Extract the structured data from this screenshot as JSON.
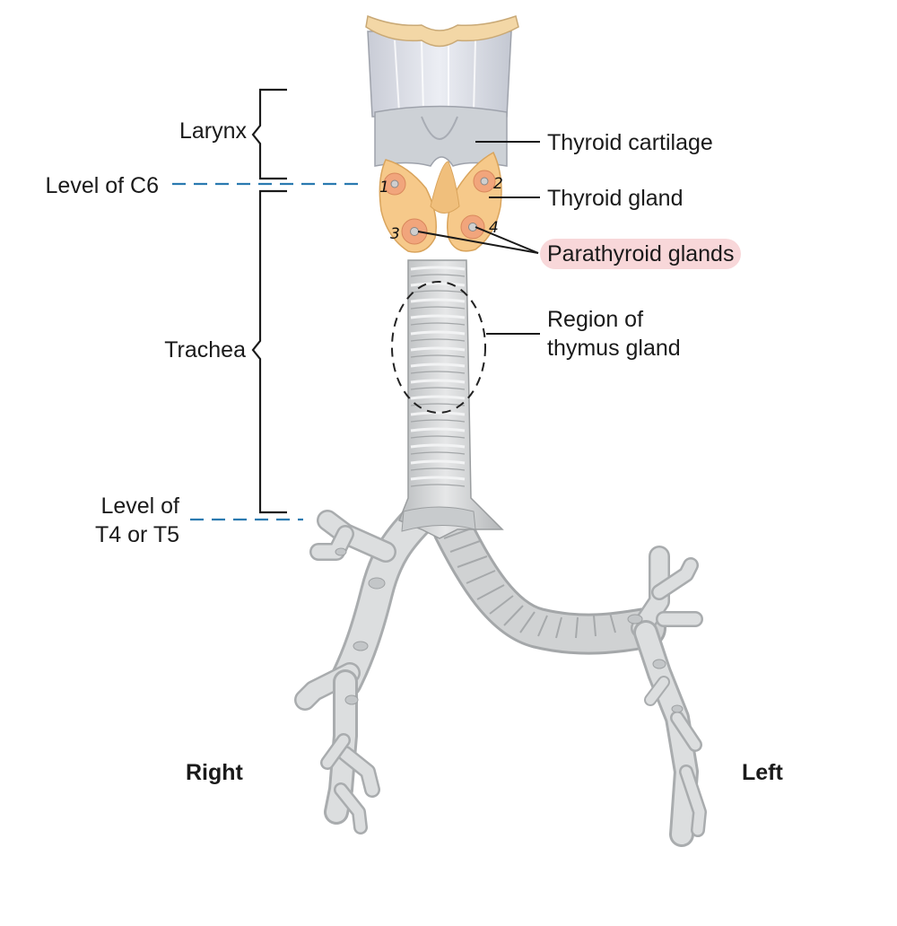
{
  "labels": {
    "larynx": "Larynx",
    "level_c6": "Level of C6",
    "trachea": "Trachea",
    "level_t4_line1": "Level of",
    "level_t4_line2": "T4 or T5",
    "thyroid_cartilage": "Thyroid cartilage",
    "thyroid_gland": "Thyroid gland",
    "parathyroid_glands": "Parathyroid glands",
    "thymus_line1": "Region of",
    "thymus_line2": "thymus gland",
    "right": "Right",
    "left": "Left"
  },
  "gland_numbers": [
    "1",
    "2",
    "3",
    "4"
  ],
  "colors": {
    "level_line": "#2a7ab0",
    "highlight": "#f8d7d9",
    "thyroid": "#f6c98a",
    "parathyroid": "#f1a57c",
    "cartilage": "#d4d8de",
    "airway": "#d9dbdc"
  }
}
